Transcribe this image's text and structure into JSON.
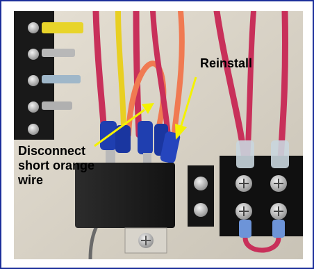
{
  "annotations": {
    "reinstall": "Reinstall",
    "disconnect_lines": [
      "Disconnect",
      "short orange",
      "wire"
    ]
  },
  "colors": {
    "frame_border": "#1c2f9b",
    "arrow": "#f4f200",
    "label_text": "#000000",
    "red_wire": "#c8305a",
    "orange_wire": "#f07a52",
    "yellow_wire": "#e8cf22",
    "blue_connector": "#1f3fb0",
    "terminal_block": "#1e1e1e"
  },
  "icons": [
    "arrow-reinstall-icon",
    "arrow-disconnect-icon"
  ]
}
